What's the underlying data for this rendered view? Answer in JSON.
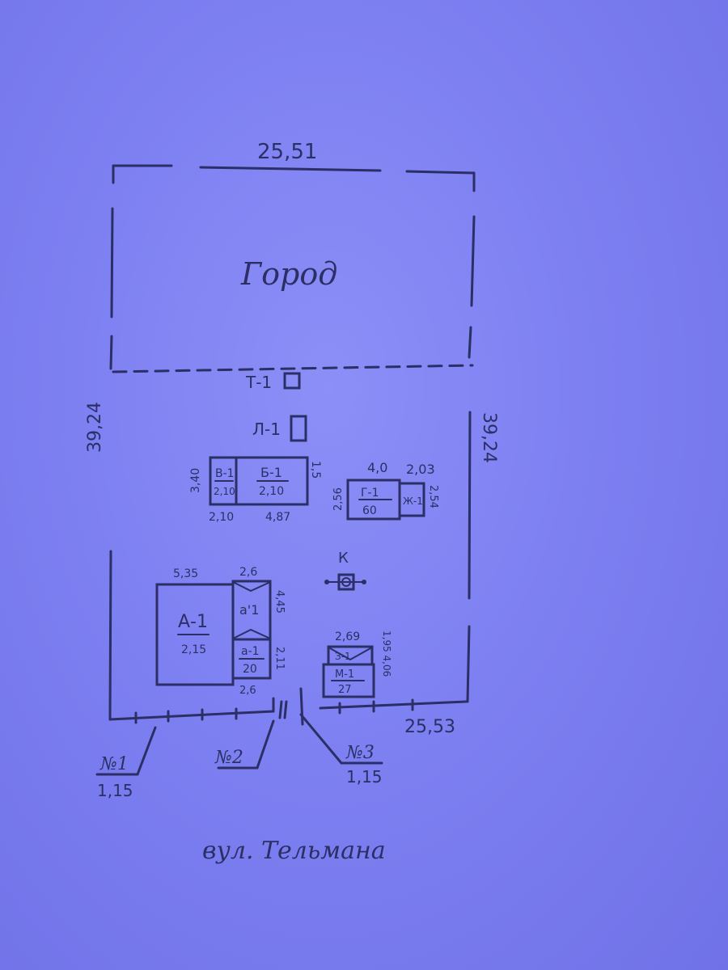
{
  "plot": {
    "top_dim": "25,51",
    "left_dim": "39,24",
    "right_dim": "39,24",
    "bottom_dim": "25,53",
    "garden_label": "Город",
    "street_label": "вул. Тельмана"
  },
  "buildings": {
    "t1": "Т-1",
    "l1": "Л-1",
    "k": "К",
    "b_small_top": "В-1",
    "b_small_bottom": "2,10",
    "b_big_top": "Б-1",
    "b_big_bottom": "2,10",
    "b_dim_left": "3,40",
    "b_dim_right": "1,5",
    "b_dim_bottom_left": "2,10",
    "b_dim_bottom_right": "4,87",
    "g_top": "Г-1",
    "g_bottom": "60",
    "g_small": "Ж-1",
    "g_dim_top": "4,0",
    "g_dim_top_right": "2,03",
    "g_dim_left": "2,56",
    "g_dim_right": "2,54",
    "a_top": "А-1",
    "a_bottom": "2,15",
    "a_dim_top": "5,35",
    "a_dim_top_right": "2,6",
    "a_side_top": "а'1",
    "a_side_bottom_top": "а-1",
    "a_side_bottom_bottom": "20",
    "a_dim_right_top": "4,45",
    "a_dim_right_bottom": "2,11",
    "a_dim_bottom": "2,6",
    "n_top_a": "З-1",
    "n_bottom": "М-1",
    "n_bottom_sub": "27",
    "n_dim_top": "2,69",
    "n_dim_right": "1,95 4,06"
  },
  "fences": {
    "n1_top": "№1",
    "n1_bottom": "1,15",
    "n2_top": "№2",
    "n3_top": "№3",
    "n3_bottom": "1,15"
  }
}
